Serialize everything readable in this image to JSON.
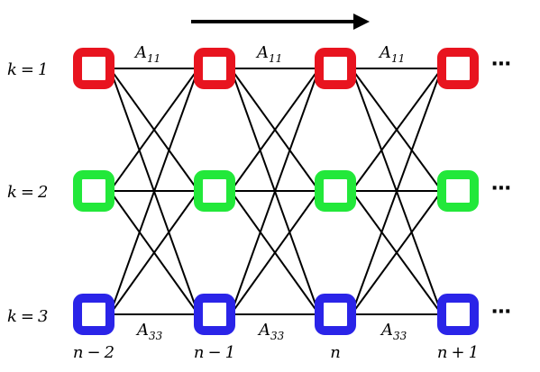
{
  "colors": {
    "state_1": "#e8141f",
    "state_2": "#22e83a",
    "state_3": "#2a24e8",
    "edges": "#000000",
    "arrow": "#000000"
  },
  "states": [
    {
      "var": "k",
      "eq": "=",
      "value": "1",
      "color_key": "state_1"
    },
    {
      "var": "k",
      "eq": "=",
      "value": "2",
      "color_key": "state_2"
    },
    {
      "var": "k",
      "eq": "=",
      "value": "3",
      "color_key": "state_3"
    }
  ],
  "time_steps": [
    {
      "var": "n",
      "op": "−",
      "num": "2"
    },
    {
      "var": "n",
      "op": "−",
      "num": "1"
    },
    {
      "var": "n",
      "op": "",
      "num": ""
    },
    {
      "var": "n",
      "op": "+",
      "num": "1"
    }
  ],
  "transition_labels": {
    "top": {
      "symbol": "A",
      "subscript": "11"
    },
    "bottom": {
      "symbol": "A",
      "subscript": "33"
    }
  },
  "continuation": "⋯",
  "direction_arrow_icon": "right-arrow"
}
